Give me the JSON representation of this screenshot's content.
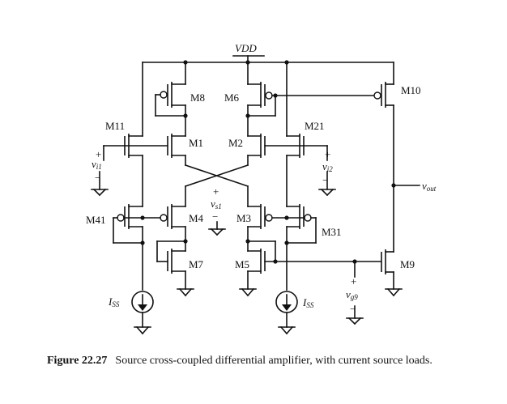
{
  "diagram": {
    "supply_label": "VDD",
    "transistors": [
      "M1",
      "M2",
      "M3",
      "M4",
      "M5",
      "M6",
      "M7",
      "M8",
      "M9",
      "M10",
      "M11",
      "M21",
      "M31",
      "M41"
    ],
    "sources": [
      "v_i1",
      "v_i2",
      "v_s1",
      "v_g9"
    ],
    "current_sources": [
      "I_SS",
      "I_SS"
    ],
    "output": "v_out"
  },
  "labels": {
    "vdd": "VDD",
    "m1": "M1",
    "m2": "M2",
    "m3": "M3",
    "m4": "M4",
    "m5": "M5",
    "m6": "M6",
    "m7": "M7",
    "m8": "M8",
    "m9": "M9",
    "m10": "M10",
    "m11": "M11",
    "m21": "M21",
    "m31": "M31",
    "m41": "M41",
    "v": "v",
    "vi1_sub": "i1",
    "vi2_sub": "i2",
    "vs1_sub": "s1",
    "vg9_sub": "g9",
    "vout_sub": "out",
    "iss_main": "I",
    "iss_sub": "SS",
    "plus": "+",
    "minus": "−"
  },
  "caption": {
    "figure_number": "Figure 22.27",
    "text": "Source cross-coupled differential amplifier, with current source loads."
  }
}
